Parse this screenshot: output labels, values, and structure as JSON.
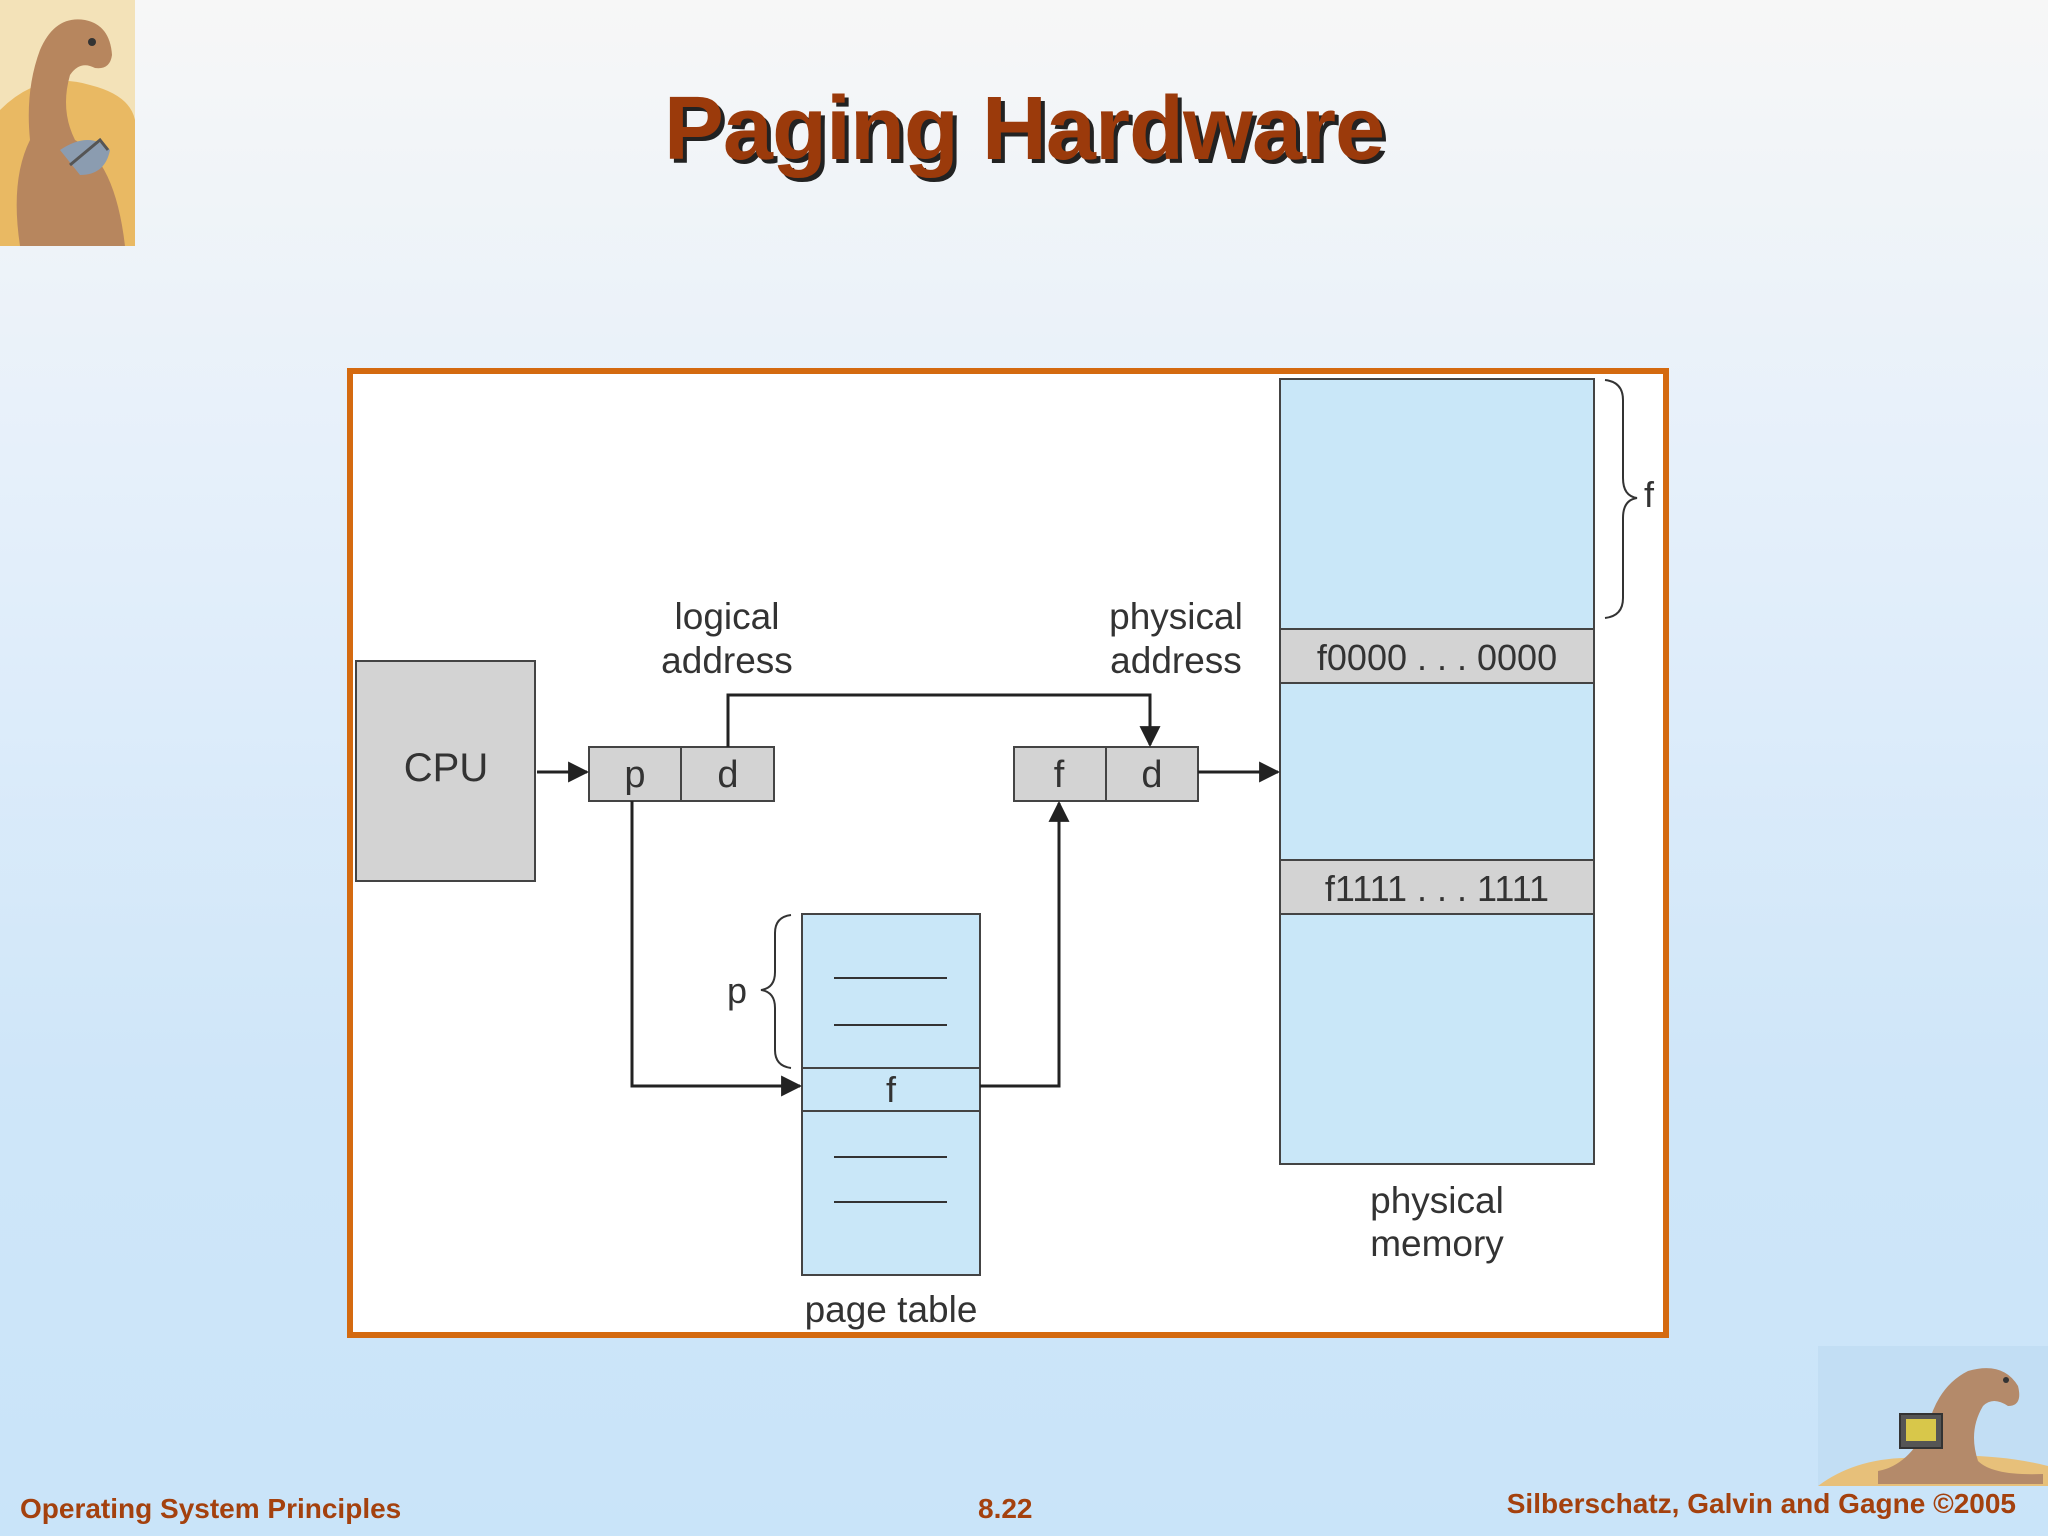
{
  "slide": {
    "title": "Paging Hardware",
    "footer_left": "Operating System Principles",
    "footer_center": "8.22",
    "footer_right": "Silberschatz, Galvin and Gagne ©2005"
  },
  "diagram": {
    "cpu_label": "CPU",
    "logical_address_line1": "logical",
    "logical_address_line2": "address",
    "physical_address_line1": "physical",
    "physical_address_line2": "address",
    "logical_p": "p",
    "logical_d": "d",
    "physical_f": "f",
    "physical_d": "d",
    "page_table_label": "page table",
    "page_table_entry": "f",
    "page_table_brace_label": "p",
    "physical_memory_line1": "physical",
    "physical_memory_line2": "memory",
    "frame_start": "f0000 . . . 0000",
    "frame_end": "f1111 . . . 1111",
    "memory_brace_label": "f"
  },
  "colors": {
    "title": "#9b3a0b",
    "footer": "#a4410e",
    "frame_border": "#d46a10",
    "memory_fill": "#c9e7f8",
    "register_fill": "#d3d3d3"
  }
}
